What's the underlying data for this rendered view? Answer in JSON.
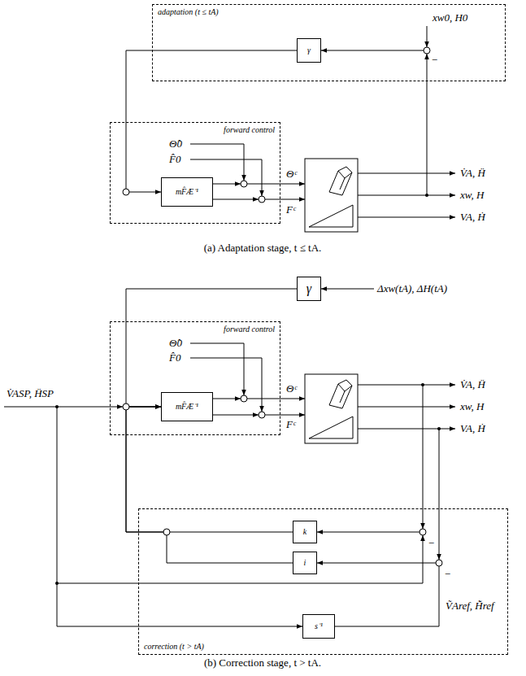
{
  "diagram": {
    "nodes": [
      {
        "text": [
          "adaptation (t ≤ tA)"
        ]
      },
      {
        "text": [
          "γ"
        ],
        "in": 0
      },
      {
        "text": [
          "forward control"
        ]
      },
      {
        "text": [
          "mF̂Æ⁻¹"
        ],
        "in": 2
      },
      {
        "text": [
          "γ"
        ]
      },
      {
        "text": [
          "forward control"
        ]
      },
      {
        "text": [
          "mF̂Æ⁻¹"
        ],
        "in": 5
      },
      {
        "text": [
          "correction (t > tA)"
        ]
      },
      {
        "text": [
          "k"
        ],
        "in": 7
      },
      {
        "text": [
          "i"
        ],
        "in": 7
      },
      {
        "text": [
          "s⁻¹"
        ],
        "in": 7
      }
    ],
    "edges": [
      {
        "from": 1,
        "to": 3,
        "arrow": "to"
      },
      {
        "from": 4,
        "to": 6,
        "arrow": "to"
      },
      {
        "from": 8,
        "to": 6,
        "arrow": "to"
      },
      {
        "from": 9,
        "to": 6,
        "arrow": "to"
      },
      {
        "from": 10,
        "to": 9,
        "arrow": "to"
      }
    ],
    "labels": [
      "xw0, H0",
      "−",
      "Θ̂0",
      "F̂0",
      "Θᶜ",
      "Fᶜ",
      "V̇A, Ḧ",
      "xw, H",
      "VA, Ḣ",
      "(a) Adaptation stage, t ≤ tA.",
      "Δxw(tA), ΔH(tA)",
      "V̇ASP, ḦSP",
      "Θ̂0",
      "F̂0",
      "Θᶜ",
      "Fᶜ",
      "V̇A, Ḧ",
      "xw, H",
      "VA, Ḣ",
      "−",
      "−",
      "ṼAref, H̃̇ref",
      "(b) Correction stage, t > tA."
    ]
  }
}
